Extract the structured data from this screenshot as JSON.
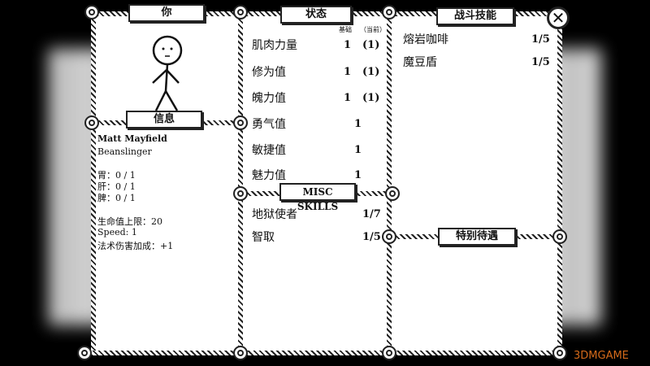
{
  "panels": {
    "you": "你",
    "status": "状态",
    "combat_skills": "战斗技能",
    "info": "信息",
    "misc_skills": "MISC SKILLS",
    "special": "特别待遇"
  },
  "status_header": {
    "base": "基础",
    "current": "（当前）"
  },
  "character": {
    "name": "Matt Mayfield",
    "class": "Beanslinger",
    "organs": [
      {
        "label": "胃：0 / 1"
      },
      {
        "label": "肝：0 / 1"
      },
      {
        "label": "脾：0 / 1"
      }
    ],
    "hp_max": "生命值上限：20",
    "speed": "Speed: 1",
    "spell_bonus": "法术伤害加成：+1"
  },
  "stats": [
    {
      "name": "肌肉力量",
      "base": "1",
      "current": "(1)"
    },
    {
      "name": "修为值",
      "base": "1",
      "current": "(1)"
    },
    {
      "name": "魄力值",
      "base": "1",
      "current": "(1)"
    },
    {
      "name": "勇气值",
      "base": "1",
      "current": ""
    },
    {
      "name": "敏捷值",
      "base": "1",
      "current": ""
    },
    {
      "name": "魅力值",
      "base": "1",
      "current": ""
    }
  ],
  "misc_skills": [
    {
      "name": "地狱使者",
      "value": "1/7"
    },
    {
      "name": "智取",
      "value": "1/5"
    }
  ],
  "combat_skills": [
    {
      "name": "熔岩咖啡",
      "value": "1/5"
    },
    {
      "name": "魔豆盾",
      "value": "1/5"
    }
  ],
  "close_symbol": "✕",
  "watermark": "3DMGAME"
}
